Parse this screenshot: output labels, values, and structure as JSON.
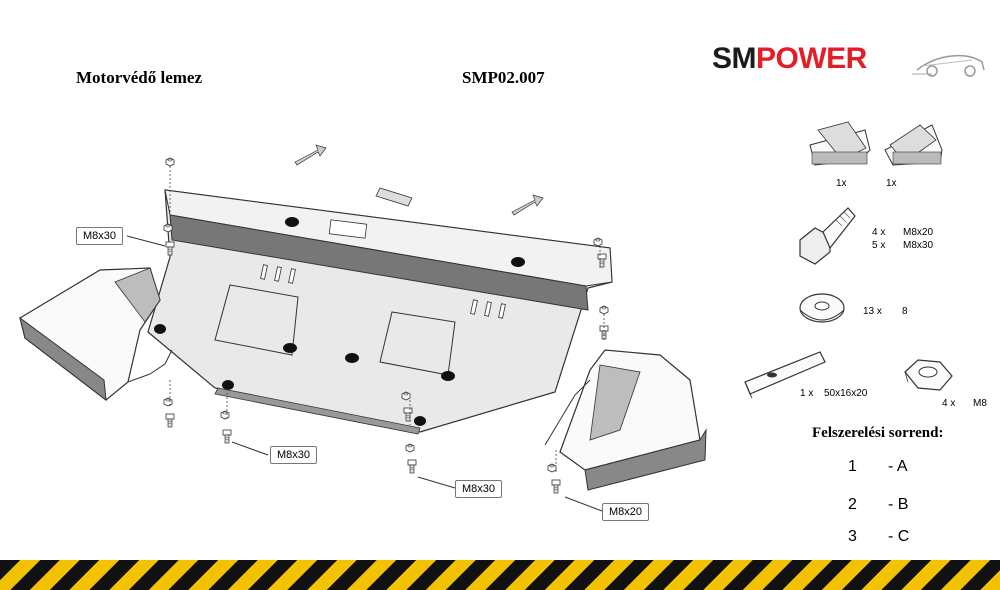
{
  "header": {
    "title": "Motorvédő lemez",
    "code": "SMP02.007"
  },
  "logo": {
    "sm": "SM",
    "power": "POWER",
    "colors": {
      "sm": "#1b1b1b",
      "power": "#e41e26"
    }
  },
  "callouts": {
    "left_top": "M8x30",
    "bottom_left": "M8x30",
    "bottom_mid": "M8x30",
    "bottom_right": "M8x20"
  },
  "parts": [
    {
      "qty": "1x",
      "name": "bracket-left"
    },
    {
      "qty": "1x",
      "name": "bracket-right"
    },
    {
      "qty": "4 x",
      "size": "M8x20",
      "qty2": "5 x",
      "size2": "M8x30",
      "name": "bolt"
    },
    {
      "qty": "13 x",
      "size": "8",
      "name": "washer"
    },
    {
      "qty": "1 x",
      "size": "50x16x20",
      "name": "plate"
    },
    {
      "qty": "4 x",
      "size": "M8",
      "name": "nut"
    }
  ],
  "sequence": {
    "title": "Felszerelési sorrend:",
    "steps": [
      {
        "num": "1",
        "letter": "- A"
      },
      {
        "num": "2",
        "letter": "- B"
      },
      {
        "num": "3",
        "letter": "- C"
      }
    ]
  },
  "stripe_colors": {
    "yellow": "#f2c200",
    "black": "#111111"
  }
}
